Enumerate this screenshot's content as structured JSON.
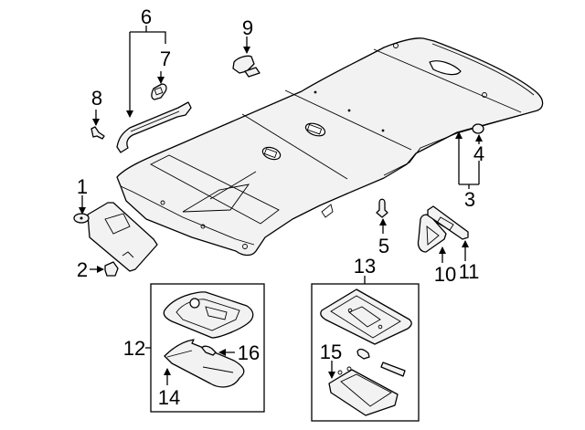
{
  "diagram": {
    "title": "Roof interior trim / headliner parts diagram",
    "callouts": [
      {
        "id": "c1",
        "label": "1",
        "part": "sun-visor-clip-mount"
      },
      {
        "id": "c2",
        "label": "2",
        "part": "sun-visor-retainer-clip"
      },
      {
        "id": "c3",
        "label": "3",
        "part": "headliner-assembly"
      },
      {
        "id": "c4",
        "label": "4",
        "part": "headliner-clip"
      },
      {
        "id": "c5",
        "label": "5",
        "part": "push-pin-retainer"
      },
      {
        "id": "c6",
        "label": "6",
        "part": "grab-handle-assembly"
      },
      {
        "id": "c7",
        "label": "7",
        "part": "grab-handle-cap"
      },
      {
        "id": "c8",
        "label": "8",
        "part": "grab-handle-screw"
      },
      {
        "id": "c9",
        "label": "9",
        "part": "coat-hook"
      },
      {
        "id": "c10",
        "label": "10",
        "part": "rear-grab-handle"
      },
      {
        "id": "c11",
        "label": "11",
        "part": "rear-grab-handle-bracket"
      },
      {
        "id": "c12",
        "label": "12",
        "part": "front-dome-lamp-assembly"
      },
      {
        "id": "c13",
        "label": "13",
        "part": "rear-dome-lamp-assembly"
      },
      {
        "id": "c14",
        "label": "14",
        "part": "front-lamp-lens"
      },
      {
        "id": "c15",
        "label": "15",
        "part": "rear-lamp-lens"
      },
      {
        "id": "c16",
        "label": "16",
        "part": "front-lamp-bulb"
      }
    ]
  }
}
